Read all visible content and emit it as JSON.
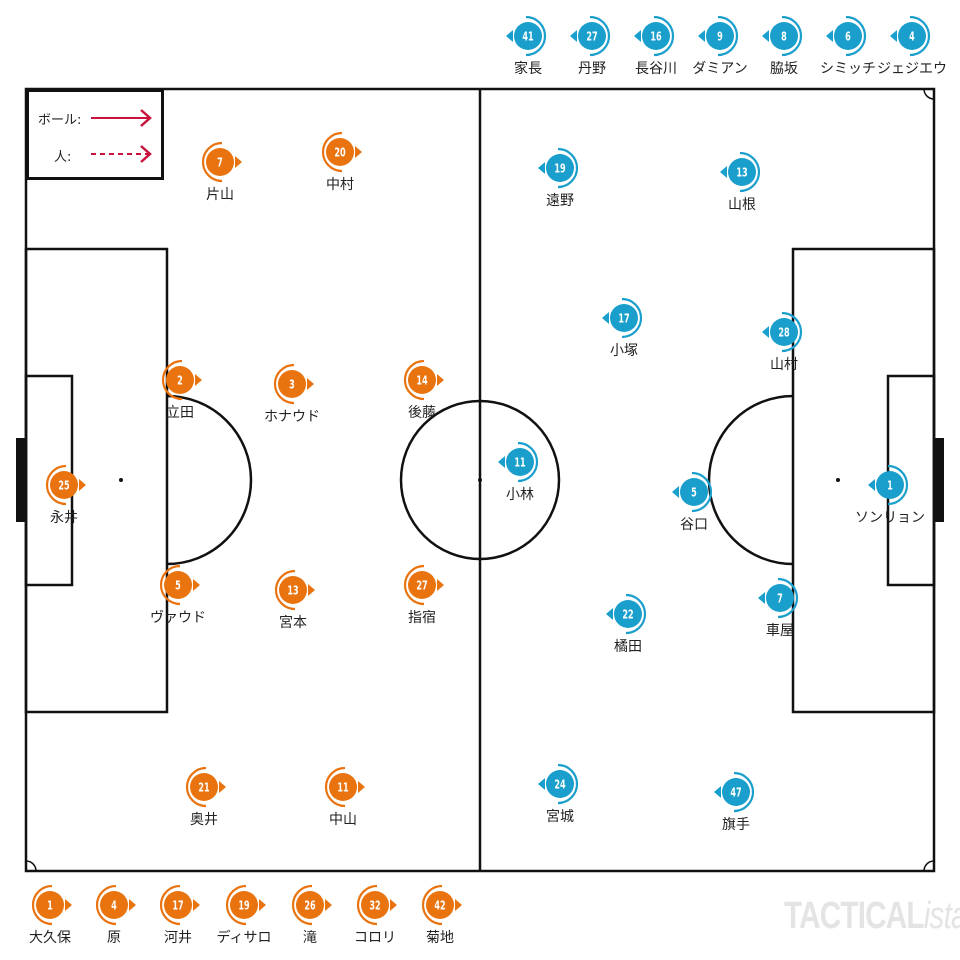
{
  "legend": {
    "ball_label": "ボール:",
    "person_label": "人:",
    "ball_color": "#c8143c",
    "person_color": "#c8143c"
  },
  "colors": {
    "home": "#e8730f",
    "away": "#1a9fcc"
  },
  "watermark": {
    "main": "TACTICAL",
    "suffix": "ista"
  },
  "home_team": {
    "starters": [
      {
        "number": "7",
        "name": "片山"
      },
      {
        "number": "20",
        "name": "中村"
      },
      {
        "number": "2",
        "name": "立田"
      },
      {
        "number": "3",
        "name": "ホナウド"
      },
      {
        "number": "14",
        "name": "後藤"
      },
      {
        "number": "25",
        "name": "永井"
      },
      {
        "number": "5",
        "name": "ヴァウド"
      },
      {
        "number": "13",
        "name": "宮本"
      },
      {
        "number": "27",
        "name": "指宿"
      },
      {
        "number": "21",
        "name": "奥井"
      },
      {
        "number": "11",
        "name": "中山"
      }
    ],
    "subs": [
      {
        "number": "1",
        "name": "大久保"
      },
      {
        "number": "4",
        "name": "原"
      },
      {
        "number": "17",
        "name": "河井"
      },
      {
        "number": "19",
        "name": "ディサロ"
      },
      {
        "number": "26",
        "name": "滝"
      },
      {
        "number": "32",
        "name": "コロリ"
      },
      {
        "number": "42",
        "name": "菊地"
      }
    ]
  },
  "away_team": {
    "starters": [
      {
        "number": "19",
        "name": "遠野"
      },
      {
        "number": "13",
        "name": "山根"
      },
      {
        "number": "17",
        "name": "小塚"
      },
      {
        "number": "28",
        "name": "山村"
      },
      {
        "number": "11",
        "name": "小林"
      },
      {
        "number": "5",
        "name": "谷口"
      },
      {
        "number": "1",
        "name": "ソンリョン"
      },
      {
        "number": "22",
        "name": "橘田"
      },
      {
        "number": "7",
        "name": "車屋"
      },
      {
        "number": "24",
        "name": "宮城"
      },
      {
        "number": "47",
        "name": "旗手"
      }
    ],
    "subs": [
      {
        "number": "41",
        "name": "家長"
      },
      {
        "number": "27",
        "name": "丹野"
      },
      {
        "number": "16",
        "name": "長谷川"
      },
      {
        "number": "9",
        "name": "ダミアン"
      },
      {
        "number": "8",
        "name": "脇坂"
      },
      {
        "number": "6",
        "name": "シミッチ"
      },
      {
        "number": "4",
        "name": "ジェジエウ"
      }
    ]
  }
}
